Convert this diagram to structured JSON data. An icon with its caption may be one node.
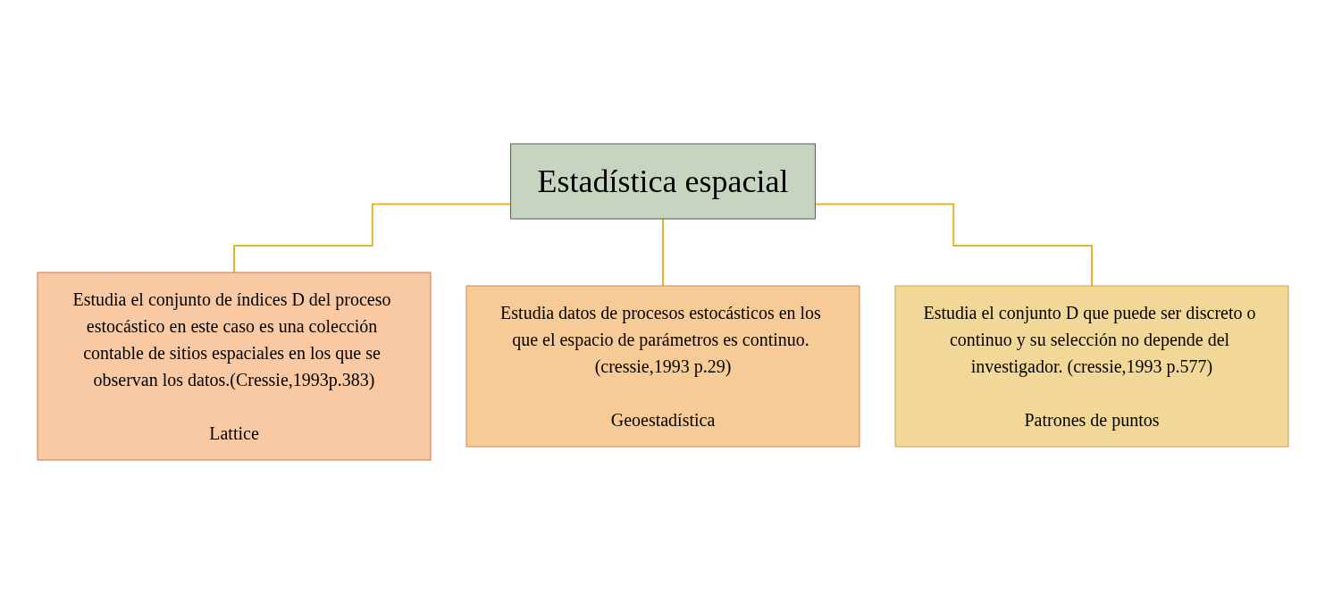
{
  "diagram": {
    "nodes": [
      {
        "text": [
          "Estadística espacial"
        ]
      },
      {
        "text": [
          "Estudia el conjunto de índices D del proceso estocástico en este caso es una colección contable de sitios espaciales en los que se observan los datos.(Cressie,1993p.383)",
          "Lattice"
        ]
      },
      {
        "text": [
          "Estudia datos de procesos estocásticos en los que el espacio de parámetros es continuo. (cressie,1993 p.29)",
          "Geoestadística"
        ]
      },
      {
        "text": [
          "Estudia el conjunto D que puede ser discreto o continuo y su selección no depende del investigador. (cressie,1993 p.577)",
          "Patrones de puntos"
        ]
      }
    ],
    "edges": [
      {
        "from": 0,
        "to": 1,
        "arrow": "none"
      },
      {
        "from": 0,
        "to": 2,
        "arrow": "none"
      },
      {
        "from": 0,
        "to": 3,
        "arrow": "none"
      }
    ]
  }
}
